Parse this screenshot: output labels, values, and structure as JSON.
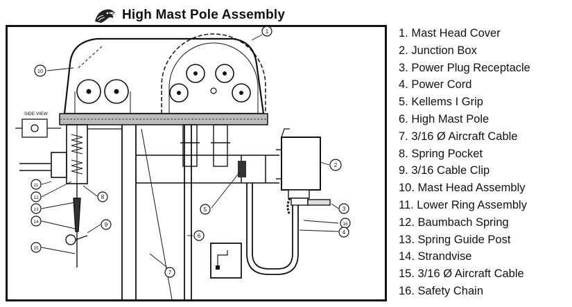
{
  "title": "High Mast Pole Assembly",
  "logo_icon": "eagle-head-icon",
  "side_view_label": "SIDE VIEW",
  "callouts": [
    "1",
    "2",
    "3",
    "4",
    "5",
    "6",
    "7",
    "8",
    "9",
    "10",
    "11",
    "12",
    "13",
    "14",
    "15",
    "16"
  ],
  "legend": [
    "1. Mast Head Cover",
    "2. Junction Box",
    "3. Power Plug Receptacle",
    "4. Power Cord",
    "5. Kellems I Grip",
    "6. High Mast Pole",
    "7. 3/16 Ø Aircraft Cable",
    "8. Spring Pocket",
    "9. 3/16 Cable Clip",
    "10. Mast Head Assembly",
    "11. Lower Ring Assembly",
    "12. Baumbach Spring",
    "13. Spring Guide Post",
    "14. Strandvise",
    "15. 3/16 Ø Aircraft Cable",
    "16. Safety Chain"
  ],
  "colors": {
    "ink": "#111111",
    "background": "#ffffff"
  }
}
